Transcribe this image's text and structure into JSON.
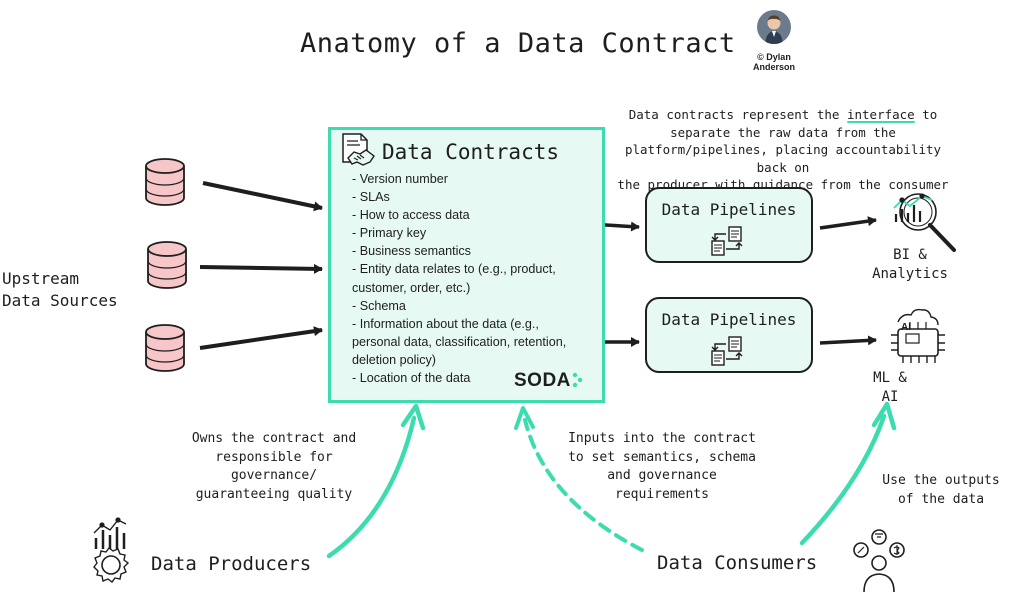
{
  "title": "Anatomy of a Data Contract",
  "author": {
    "line1": "© Dylan",
    "line2": "Anderson"
  },
  "upstream_label": {
    "line1": "Upstream",
    "line2": "Data Sources"
  },
  "contract": {
    "title": "Data Contracts",
    "items": [
      "- Version number",
      "- SLAs",
      "- How to access data",
      "- Primary key",
      "- Business semantics",
      "- Entity data relates to (e.g., product,",
      "customer, order, etc.)",
      "- Schema",
      "- Information about the data (e.g.,",
      "personal data, classification, retention,",
      "deletion policy)",
      "- Location of the data"
    ],
    "brand": "SODA"
  },
  "interface_note": {
    "line1_pre": "Data contracts represent the ",
    "line1_key": "interface",
    "line1_post": " to",
    "line2": "separate the raw data from the",
    "line3": "platform/pipelines, placing accountability back on",
    "line4": "the producer with guidance from the consumer"
  },
  "pipelines": [
    {
      "label": "Data Pipelines"
    },
    {
      "label": "Data Pipelines"
    }
  ],
  "outputs": {
    "bi": {
      "line1": "BI &",
      "line2": "Analytics"
    },
    "ml": {
      "line1": "ML &",
      "line2": "AI",
      "chip_text": "AI"
    }
  },
  "producer_note": {
    "lines": [
      "Owns the contract and",
      "responsible for",
      "governance/",
      "guaranteeing quality"
    ]
  },
  "consumer_note": {
    "lines": [
      "Inputs into the contract",
      "to set semantics, schema",
      "and governance",
      "requirements"
    ]
  },
  "use_note": {
    "lines": [
      "Use the outputs",
      "of the data"
    ]
  },
  "producers_label": "Data Producers",
  "consumers_label": "Data Consumers",
  "colors": {
    "accent": "#3cdcae",
    "box_fill": "#e6f9f2",
    "db_fill": "#f7c6c9",
    "db_stroke": "#1e1e1e"
  }
}
